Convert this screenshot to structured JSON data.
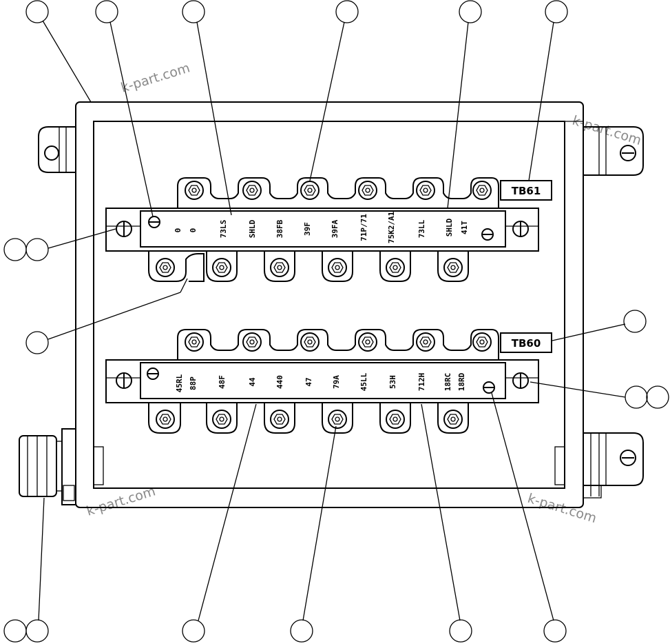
{
  "watermarks": [
    "k-part.com",
    "k-part.com",
    "k-part.com",
    "k-part.com"
  ],
  "tb61": {
    "label": "TB61",
    "terminals": [
      "0\n0",
      "73LS",
      "SHLD",
      "38FB",
      "39F",
      "39FA",
      "71P/71",
      "75K2/A1",
      "73LL",
      "SHLD\n41T"
    ]
  },
  "tb60": {
    "label": "TB60",
    "terminals": [
      "45RL\n88P",
      "48F",
      "44",
      "440",
      "47",
      "79A",
      "45LL",
      "53H",
      "712H",
      "18RC\n18RD"
    ]
  }
}
